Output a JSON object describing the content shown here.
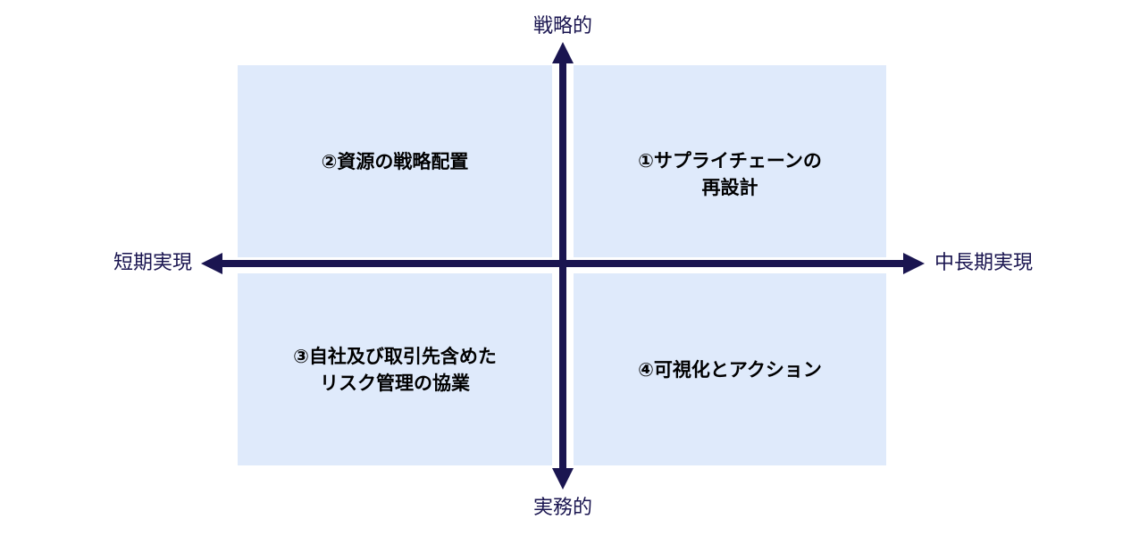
{
  "diagram": {
    "title": "strategy-priority-quadrant-matrix",
    "axis_labels": {
      "top": "戦略的",
      "bottom": "実務的",
      "left": "短期実現",
      "right": "中長期実現"
    },
    "quadrants": [
      {
        "position": "top-left",
        "lines": [
          "②資源の戦略配置",
          ""
        ]
      },
      {
        "position": "top-right",
        "lines": [
          "①サプライチェーンの",
          "再設計"
        ]
      },
      {
        "position": "bottom-left",
        "lines": [
          "③自社及び取引先含めた",
          "リスク管理の協業"
        ]
      },
      {
        "position": "bottom-right",
        "lines": [
          "④可視化とアクション",
          ""
        ]
      }
    ],
    "colors": {
      "axis": "#1a1550",
      "quadrant_bg": "#dfeafb",
      "quadrant_text": "#000000",
      "background": "#ffffff"
    }
  }
}
